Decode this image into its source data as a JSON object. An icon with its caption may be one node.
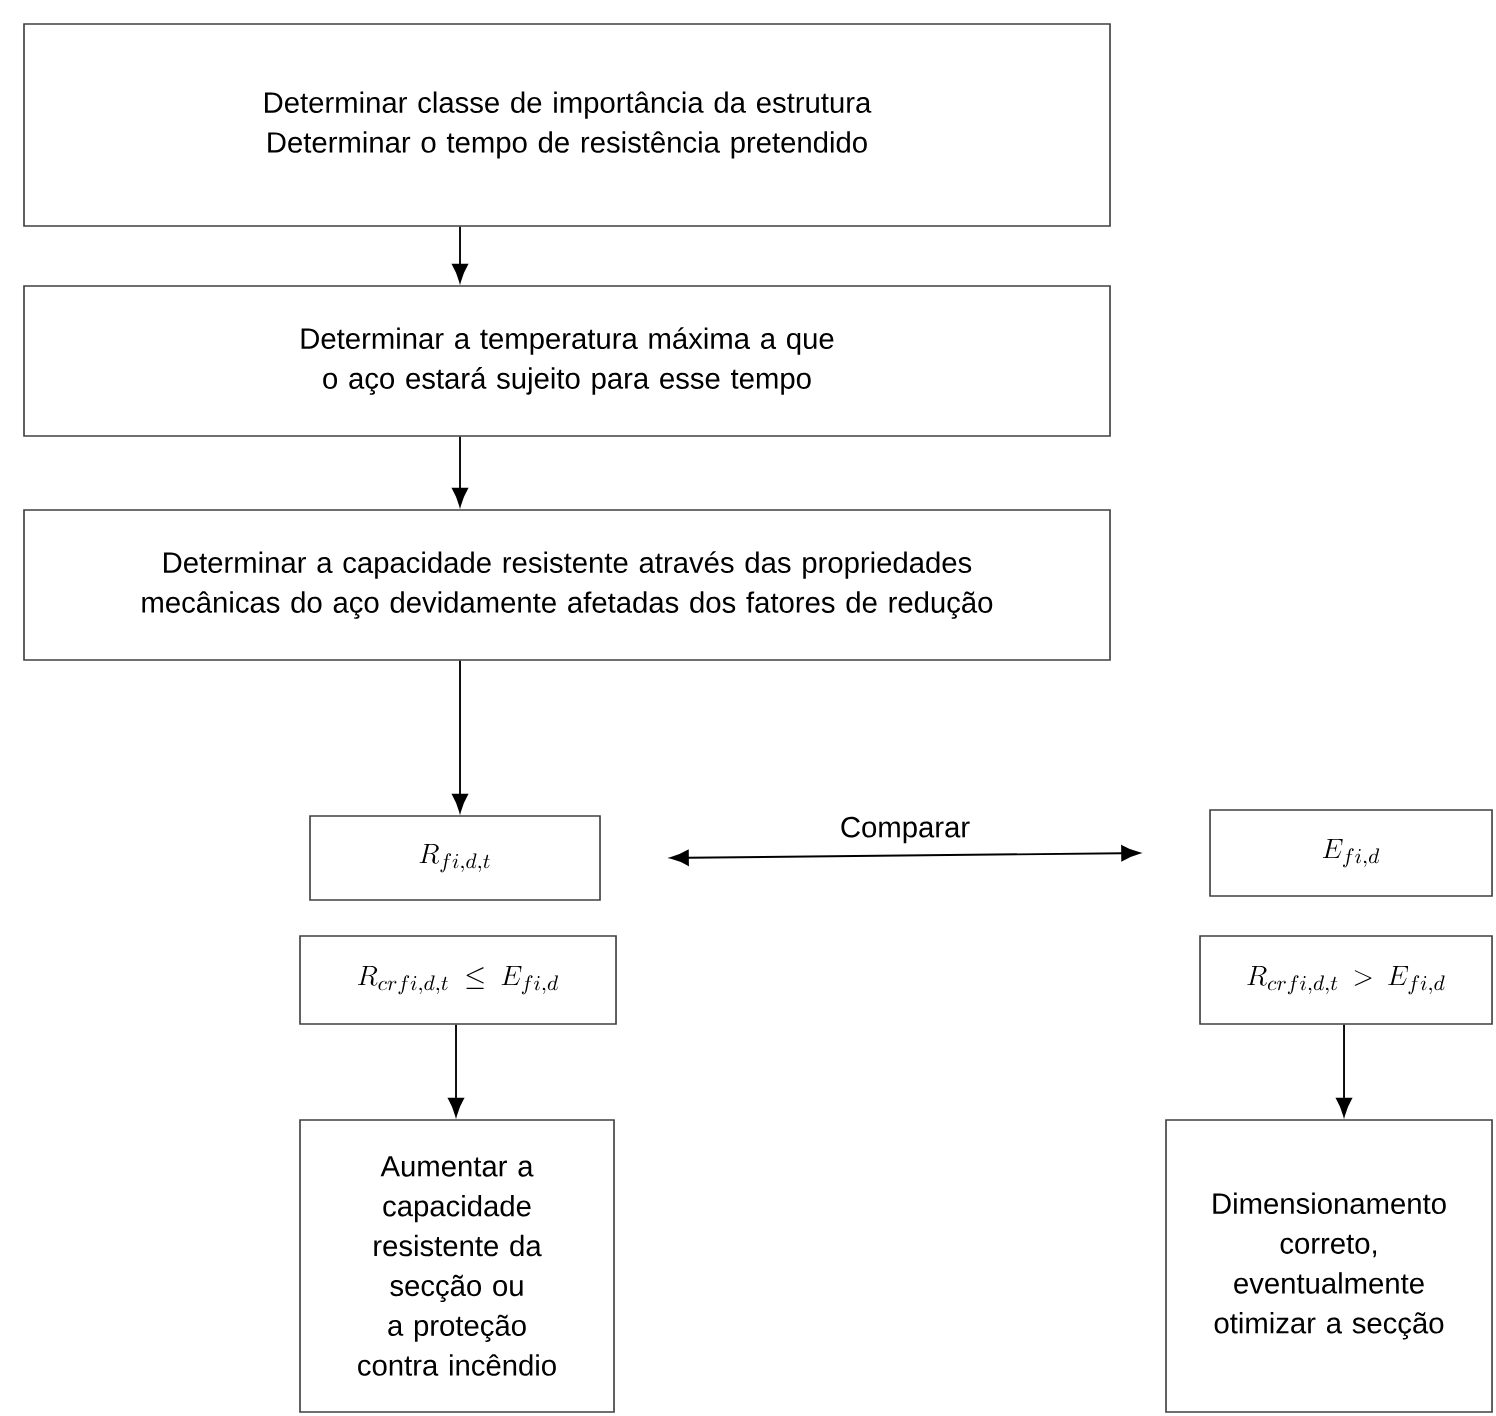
{
  "diagram": {
    "nodes": [
      {
        "text": [
          "Determinar classe de importância da estrutura",
          "Determinar o tempo de resistência pretendido"
        ]
      },
      {
        "text": [
          "Determinar a temperatura máxima a que o aço estará sujeito para esse tempo"
        ]
      },
      {
        "text": [
          "Determinar a capacidade resistente através das propriedades mecânicas do aço devidamente afetadas dos fatores de redução"
        ]
      },
      {
        "text": [
          "R_{fi,d,t}"
        ]
      },
      {
        "text": [
          "E_{fi,d}"
        ]
      },
      {
        "text": [
          "R_{crfi,d,t} \\leq E_{fi,d}"
        ]
      },
      {
        "text": [
          "R_{crfi,d,t} > E_{fi,d}"
        ]
      },
      {
        "text": [
          "Aumentar a capacidade resistente da secção ou a proteção contra incêndio"
        ]
      },
      {
        "text": [
          "Dimensionamento correto, eventualmente otimizar a secção"
        ]
      }
    ],
    "edges": [
      {
        "from": 0,
        "to": 1,
        "arrow": "to"
      },
      {
        "from": 1,
        "to": 2,
        "arrow": "to"
      },
      {
        "from": 2,
        "to": 3,
        "arrow": "to"
      },
      {
        "from": 3,
        "to": 4,
        "arrow": "both",
        "label": "Comparar"
      },
      {
        "from": 5,
        "to": 7,
        "arrow": "to"
      },
      {
        "from": 6,
        "to": 8,
        "arrow": "to"
      }
    ]
  }
}
